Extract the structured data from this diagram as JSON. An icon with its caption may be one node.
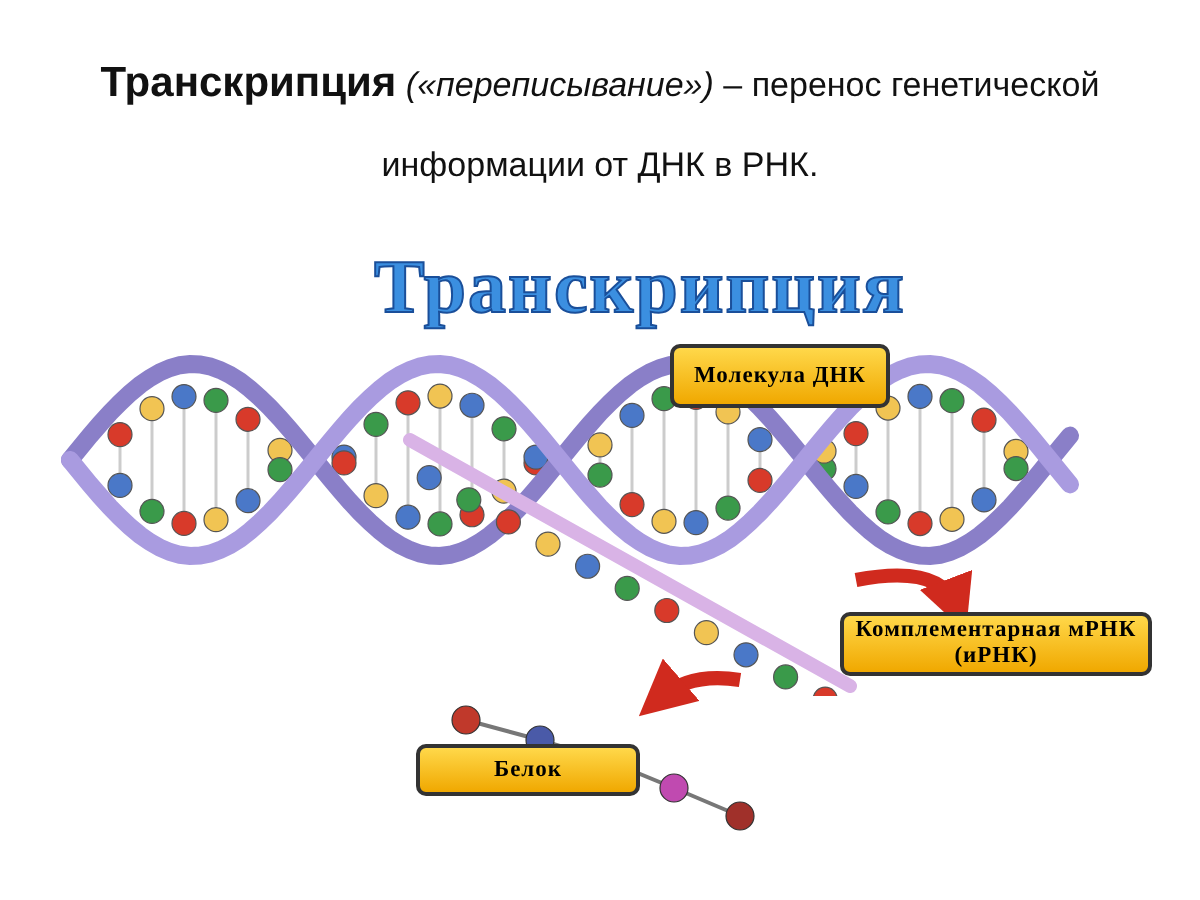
{
  "diagram": {
    "title": "**Транскрипция** *(«переписывание»)* – перенос генетической информации от ДНК в РНК.",
    "nodes": [
      {
        "text": [
          "Молекула ДНК"
        ]
      },
      {
        "text": [
          "Комплементарная мРНК (иРНК)"
        ]
      },
      {
        "text": [
          "Белок"
        ]
      },
      {
        "text": [],
        "shape": "picture"
      },
      {
        "text": [],
        "shape": "picture"
      }
    ],
    "edges": [
      {
        "from": 3,
        "to": 1,
        "arrow": "to"
      },
      {
        "from": 3,
        "to": 4,
        "arrow": "to"
      }
    ],
    "labels": [
      "Транскрипция"
    ]
  }
}
